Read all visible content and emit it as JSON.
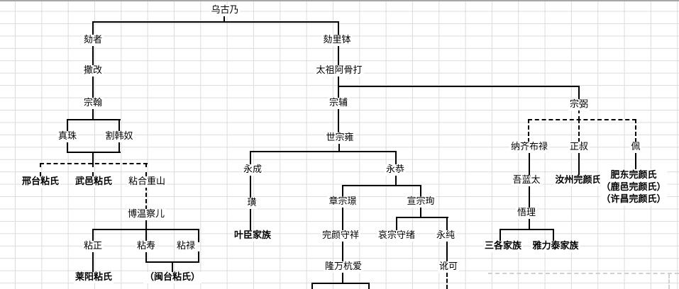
{
  "colors": {
    "line": "#000000",
    "gridline": "#dcdcdc",
    "background": "#ffffff",
    "sheet_top_border": "#a6a6a6",
    "page_break_dash": "#d0d0d0"
  },
  "nodes": [
    {
      "id": "wugunai",
      "label": "乌古乃",
      "bold": false
    },
    {
      "id": "hezhe",
      "label": "劾者",
      "bold": false
    },
    {
      "id": "helibo",
      "label": "劾里钵",
      "bold": false
    },
    {
      "id": "sagai",
      "label": "撒改",
      "bold": false
    },
    {
      "id": "taizu-aguda",
      "label": "太祖阿骨打",
      "bold": false
    },
    {
      "id": "zonghan",
      "label": "宗翰",
      "bold": false
    },
    {
      "id": "zongfu",
      "label": "宗辅",
      "bold": false
    },
    {
      "id": "zongbi",
      "label": "宗弼",
      "bold": false
    },
    {
      "id": "zhenzhu",
      "label": "真珠",
      "bold": false
    },
    {
      "id": "gehannu",
      "label": "割韩奴",
      "bold": false
    },
    {
      "id": "shizong-yong",
      "label": "世宗雍",
      "bold": false
    },
    {
      "id": "naqibulu",
      "label": "纳齐布禄",
      "bold": false
    },
    {
      "id": "zhengshu",
      "label": "正叔",
      "bold": false
    },
    {
      "id": "pei",
      "label": "佩",
      "bold": false
    },
    {
      "id": "yongcheng",
      "label": "永成",
      "bold": false
    },
    {
      "id": "yonggong",
      "label": "永恭",
      "bold": false
    },
    {
      "id": "wulantai",
      "label": "吾蓝太",
      "bold": false
    },
    {
      "id": "ruzhou-wanyan-clan",
      "label": "汝州完颜氏",
      "bold": true
    },
    {
      "id": "feidong-wanyan-clan",
      "labels": [
        "肥东完颜氏",
        "（鹿邑完颜氏）",
        "（许昌完颜氏）"
      ],
      "bold": true
    },
    {
      "id": "xingtai-nian-clan",
      "label": "邢台粘氏",
      "bold": true
    },
    {
      "id": "wuyi-nian-clan",
      "label": "武邑粘氏",
      "bold": true
    },
    {
      "id": "nianhe-zhongshan",
      "label": "粘合重山",
      "bold": false
    },
    {
      "id": "huang",
      "label": "璜",
      "bold": false
    },
    {
      "id": "zhangzong-jing",
      "label": "章宗璟",
      "bold": false
    },
    {
      "id": "xuanzong-xun",
      "label": "宣宗珣",
      "bold": false
    },
    {
      "id": "wuli",
      "label": "悟理",
      "bold": false
    },
    {
      "id": "bowenchaer",
      "label": "博温察儿",
      "bold": false
    },
    {
      "id": "yechen-family",
      "label": "叶臣家族",
      "bold": true
    },
    {
      "id": "wanyan-shouxiang",
      "label": "完颜守祥",
      "bold": false
    },
    {
      "id": "aizong-shouxu",
      "label": "哀宗守绪",
      "bold": false
    },
    {
      "id": "yongchun",
      "label": "永纯",
      "bold": false
    },
    {
      "id": "sange-family",
      "label": "三各家族",
      "bold": true
    },
    {
      "id": "yalitai-family",
      "label": "雅力泰家族",
      "bold": true
    },
    {
      "id": "nianzheng",
      "label": "粘正",
      "bold": false
    },
    {
      "id": "nianshou",
      "label": "粘寿",
      "bold": false
    },
    {
      "id": "nianlu",
      "label": "粘禄",
      "bold": false
    },
    {
      "id": "longwan-hangai",
      "label": "隆万杭爱",
      "bold": false
    },
    {
      "id": "eke",
      "label": "讹可",
      "bold": false
    },
    {
      "id": "laiyang-nian-clan",
      "label": "莱阳粘氏",
      "bold": true
    },
    {
      "id": "mintai-nian-clan",
      "label": "（闽台粘氏）",
      "bold": true
    }
  ],
  "edges": [
    {
      "from": [
        "乌古乃"
      ],
      "to": [
        "劾者",
        "劾里钵"
      ],
      "style": "solid"
    },
    {
      "from": [
        "劾者"
      ],
      "to": [
        "撒改"
      ],
      "style": "solid"
    },
    {
      "from": [
        "撒改"
      ],
      "to": [
        "宗翰"
      ],
      "style": "solid"
    },
    {
      "from": [
        "宗翰"
      ],
      "to": [
        "真珠",
        "割韩奴"
      ],
      "style": "solid"
    },
    {
      "from": [
        "真珠",
        "割韩奴"
      ],
      "to": [
        "邢台粘氏",
        "武邑粘氏",
        "粘合重山"
      ],
      "style": "dashed"
    },
    {
      "from": [
        "粘合重山"
      ],
      "to": [
        "博温察儿"
      ],
      "style": "dashed"
    },
    {
      "from": [
        "博温察儿"
      ],
      "to": [
        "粘正",
        "粘寿",
        "粘禄"
      ],
      "style": "solid"
    },
    {
      "from": [
        "粘正"
      ],
      "to": [
        "莱阳粘氏"
      ],
      "style": "solid"
    },
    {
      "from": [
        "粘寿",
        "粘禄"
      ],
      "to": [
        "（闽台粘氏）"
      ],
      "style": "solid"
    },
    {
      "from": [
        "劾里钵"
      ],
      "to": [
        "太祖阿骨打"
      ],
      "style": "solid"
    },
    {
      "from": [
        "太祖阿骨打"
      ],
      "to": [
        "宗辅",
        "宗弼"
      ],
      "style": "solid"
    },
    {
      "from": [
        "宗辅"
      ],
      "to": [
        "世宗雍"
      ],
      "style": "solid"
    },
    {
      "from": [
        "世宗雍"
      ],
      "to": [
        "永成",
        "永恭"
      ],
      "style": "solid"
    },
    {
      "from": [
        "永成"
      ],
      "to": [
        "璜"
      ],
      "style": "solid"
    },
    {
      "from": [
        "璜"
      ],
      "to": [
        "叶臣家族"
      ],
      "style": "solid"
    },
    {
      "from": [
        "永恭"
      ],
      "to": [
        "章宗璟",
        "宣宗珣"
      ],
      "style": "solid"
    },
    {
      "from": [
        "章宗璟"
      ],
      "to": [
        "完颜守祥"
      ],
      "style": "solid"
    },
    {
      "from": [
        "完颜守祥"
      ],
      "to": [
        "隆万杭爱"
      ],
      "style": "solid"
    },
    {
      "from": [
        "宣宗珣"
      ],
      "to": [
        "哀宗守绪",
        "永纯"
      ],
      "style": "solid"
    },
    {
      "from": [
        "永纯"
      ],
      "to": [
        "讹可"
      ],
      "style": "solid"
    },
    {
      "from": [
        "宗弼"
      ],
      "to": [
        "纳齐布禄",
        "正叔",
        "佩"
      ],
      "style": "dashed"
    },
    {
      "from": [
        "纳齐布禄"
      ],
      "to": [
        "吾蓝太"
      ],
      "style": "solid"
    },
    {
      "from": [
        "吾蓝太"
      ],
      "to": [
        "悟理"
      ],
      "style": "solid"
    },
    {
      "from": [
        "悟理"
      ],
      "to": [
        "三各家族",
        "雅力泰家族"
      ],
      "style": "solid"
    },
    {
      "from": [
        "正叔"
      ],
      "to": [
        "汝州完颜氏"
      ],
      "style": "solid"
    },
    {
      "from": [
        "佩"
      ],
      "to": [
        "肥东完颜氏（鹿邑完颜氏）（许昌完颜氏）"
      ],
      "style": "solid"
    }
  ]
}
